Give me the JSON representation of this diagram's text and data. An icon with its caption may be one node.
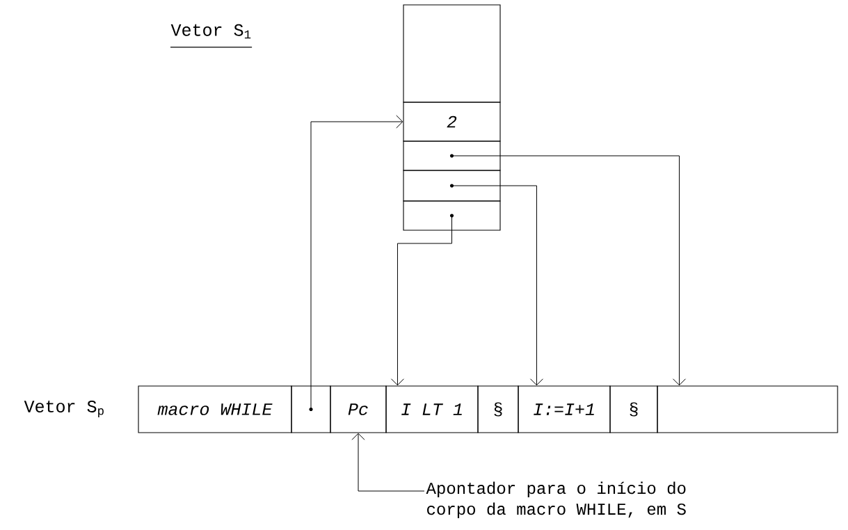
{
  "diagram": {
    "nodes": [
      {
        "text": [],
        "shape": "box"
      },
      {
        "text": [
          "2"
        ]
      },
      {
        "text": [],
        "shape": "box"
      },
      {
        "text": [],
        "shape": "box"
      },
      {
        "text": [],
        "shape": "box"
      },
      {
        "text": [
          "macro WHILE"
        ]
      },
      {
        "text": [],
        "shape": "box"
      },
      {
        "text": [
          "Pc"
        ]
      },
      {
        "text": [
          "I LT 1"
        ]
      },
      {
        "text": [
          "§"
        ]
      },
      {
        "text": [
          "I:=I+1"
        ]
      },
      {
        "text": [
          "§"
        ]
      },
      {
        "text": [],
        "shape": "box"
      },
      {
        "text": [
          "Apontador para o início do corpo da macro WHILE, em S"
        ]
      }
    ],
    "edges": [
      {
        "from": 6,
        "to": 1,
        "arrow": "to"
      },
      {
        "from": 2,
        "to": 12,
        "arrow": "to"
      },
      {
        "from": 3,
        "to": 10,
        "arrow": "to"
      },
      {
        "from": 4,
        "to": 8,
        "arrow": "to"
      },
      {
        "from": 13,
        "to": 7,
        "arrow": "to"
      }
    ],
    "labels": [
      "Vetor S$_{1}$",
      "Vetor S$_{p}$"
    ]
  }
}
